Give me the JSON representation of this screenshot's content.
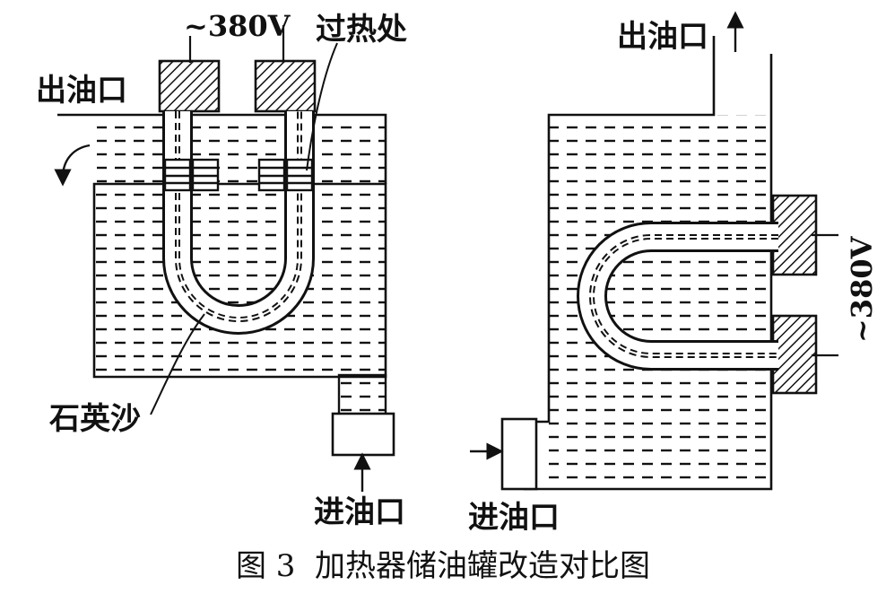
{
  "colors": {
    "ink": "#111111",
    "paper": "#ffffff"
  },
  "left": {
    "voltage_label": "~380V",
    "overheat_label": "过热处",
    "outlet_label": "出油口",
    "sand_label": "石英沙",
    "inlet_label": "进油口"
  },
  "right": {
    "outlet_label": "出油口",
    "voltage_label": "~380V",
    "inlet_label": "进油口"
  },
  "caption": "图 3  加热器储油罐改造对比图"
}
